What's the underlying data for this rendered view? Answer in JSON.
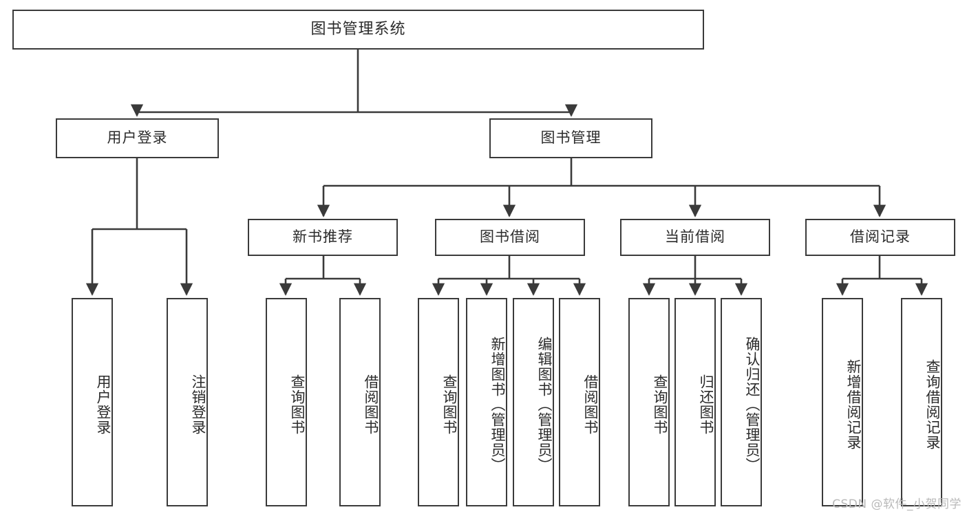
{
  "diagram": {
    "title": "图书管理系统",
    "type": "tree-structure-chart",
    "stroke_color": "#3a3a3a",
    "background_color": "#ffffff",
    "text_color": "#2b2b2b"
  },
  "nodes": {
    "root": {
      "label": "图书管理系统"
    },
    "level2": [
      {
        "id": "user-login",
        "label": "用户登录"
      },
      {
        "id": "book-management",
        "label": "图书管理"
      }
    ],
    "level3": [
      {
        "id": "new-book-recommend",
        "label": "新书推荐"
      },
      {
        "id": "book-borrow",
        "label": "图书借阅"
      },
      {
        "id": "current-borrow",
        "label": "当前借阅"
      },
      {
        "id": "borrow-record",
        "label": "借阅记录"
      }
    ],
    "leaves": {
      "user-login": [
        {
          "id": "leaf-user-login",
          "label": "用户登录"
        },
        {
          "id": "leaf-logout-login",
          "label": "注销登录"
        }
      ],
      "new-book-recommend": [
        {
          "id": "leaf-query-book-1",
          "label": "查询图书"
        },
        {
          "id": "leaf-borrow-book-1",
          "label": "借阅图书"
        }
      ],
      "book-borrow": [
        {
          "id": "leaf-query-book-2",
          "label": "查询图书"
        },
        {
          "id": "leaf-add-book",
          "label": "新增图书（管理员）"
        },
        {
          "id": "leaf-edit-book",
          "label": "编辑图书（管理员）"
        },
        {
          "id": "leaf-borrow-book-2",
          "label": "借阅图书"
        }
      ],
      "current-borrow": [
        {
          "id": "leaf-query-book-3",
          "label": "查询图书"
        },
        {
          "id": "leaf-return-book",
          "label": "归还图书"
        },
        {
          "id": "leaf-confirm-return",
          "label": "确认归还（管理员）"
        }
      ],
      "borrow-record": [
        {
          "id": "leaf-add-record",
          "label": "新增借阅记录"
        },
        {
          "id": "leaf-query-record",
          "label": "查询借阅记录"
        }
      ]
    }
  },
  "watermark": {
    "text": "CSDN @软件_小贺同学"
  }
}
